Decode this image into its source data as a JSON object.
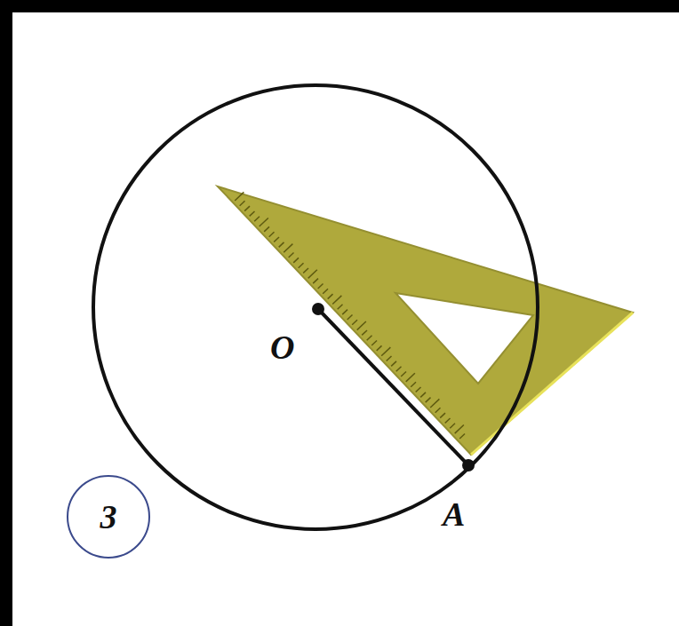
{
  "diagram": {
    "nodes": [
      {
        "text": [
          "3"
        ]
      }
    ],
    "labels": [
      "O",
      "A"
    ]
  }
}
